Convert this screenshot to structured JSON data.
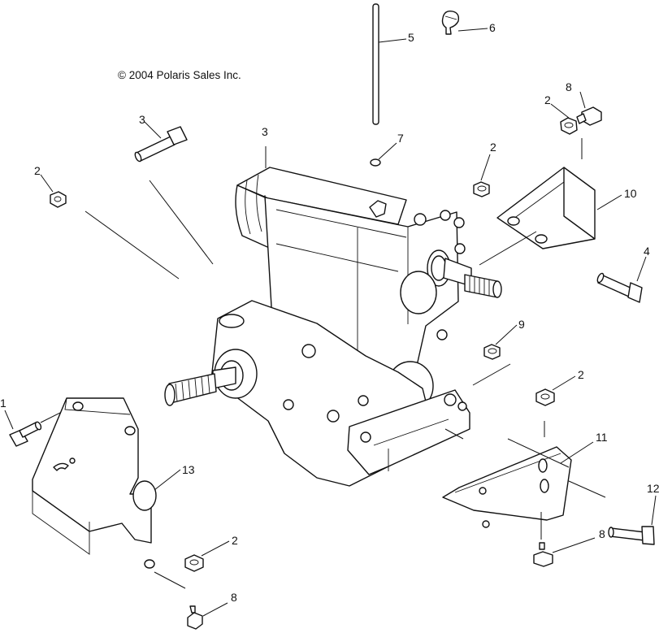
{
  "copyright": "© 2004 Polaris Sales Inc.",
  "callouts": [
    {
      "id": "c1",
      "text": "1"
    },
    {
      "id": "c2a",
      "text": "2"
    },
    {
      "id": "c2b",
      "text": "2"
    },
    {
      "id": "c2c",
      "text": "2"
    },
    {
      "id": "c2d",
      "text": "2"
    },
    {
      "id": "c2e",
      "text": "2"
    },
    {
      "id": "c3a",
      "text": "3"
    },
    {
      "id": "c3b",
      "text": "3"
    },
    {
      "id": "c4",
      "text": "4"
    },
    {
      "id": "c5",
      "text": "5"
    },
    {
      "id": "c6",
      "text": "6"
    },
    {
      "id": "c7",
      "text": "7"
    },
    {
      "id": "c8a",
      "text": "8"
    },
    {
      "id": "c8b",
      "text": "8"
    },
    {
      "id": "c8c",
      "text": "8"
    },
    {
      "id": "c9",
      "text": "9"
    },
    {
      "id": "c10",
      "text": "10"
    },
    {
      "id": "c11",
      "text": "11"
    },
    {
      "id": "c12",
      "text": "12"
    },
    {
      "id": "c13",
      "text": "13"
    }
  ]
}
